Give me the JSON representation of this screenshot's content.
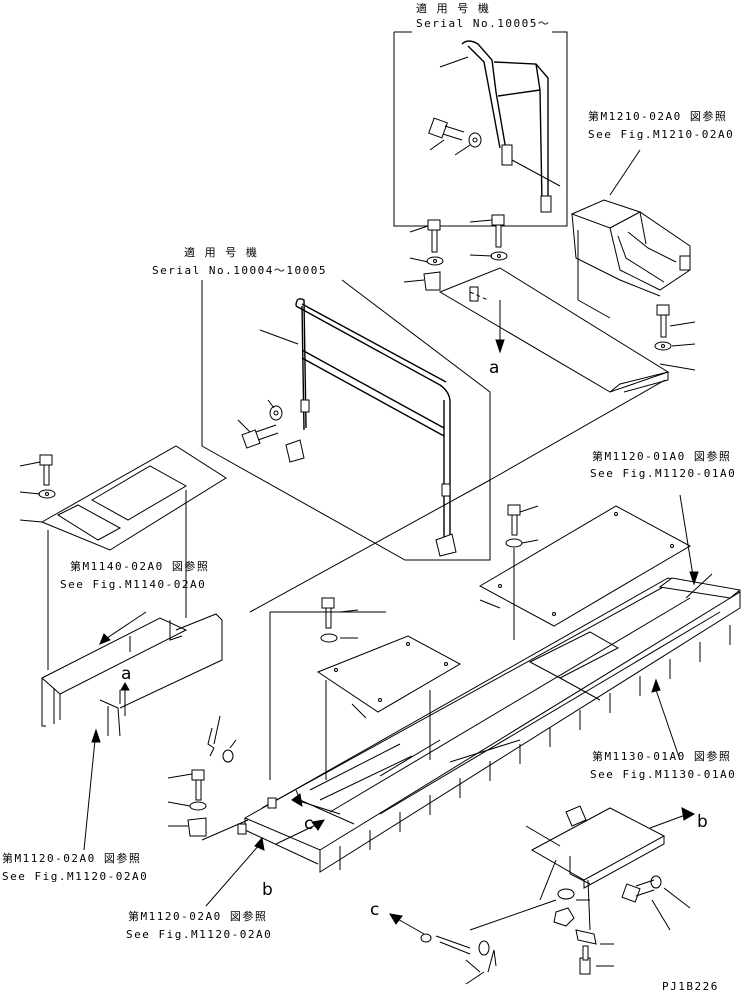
{
  "callouts": {
    "serial_top_head": "適 用 号 機",
    "serial_top": "Serial No.10005～",
    "serial_mid_head": "適 用 号 機",
    "serial_mid": "Serial No.10004～10005",
    "m1210_jp": "第M1210-02A0 図参照",
    "m1210_en": "See Fig.M1210-02A0",
    "m1120_01_jp": "第M1120-01A0 図参照",
    "m1120_01_en": "See Fig.M1120-01A0",
    "m1140_jp": "第M1140-02A0 図参照",
    "m1140_en": "See Fig.M1140-02A0",
    "m1130_jp": "第M1130-01A0 図参照",
    "m1130_en": "See Fig.M1130-01A0",
    "m1120_02_left_jp": "第M1120-02A0 図参照",
    "m1120_02_left_en": "See Fig.M1120-02A0",
    "m1120_02_bot_jp": "第M1120-02A0 図参照",
    "m1120_02_bot_en": "See Fig.M1120-02A0"
  },
  "refs": {
    "a_upper": "a",
    "a_left": "a",
    "b_right": "b",
    "b_lower": "b",
    "c_mid": "c",
    "c_lower": "c"
  },
  "drawing_code": "PJ1B226"
}
